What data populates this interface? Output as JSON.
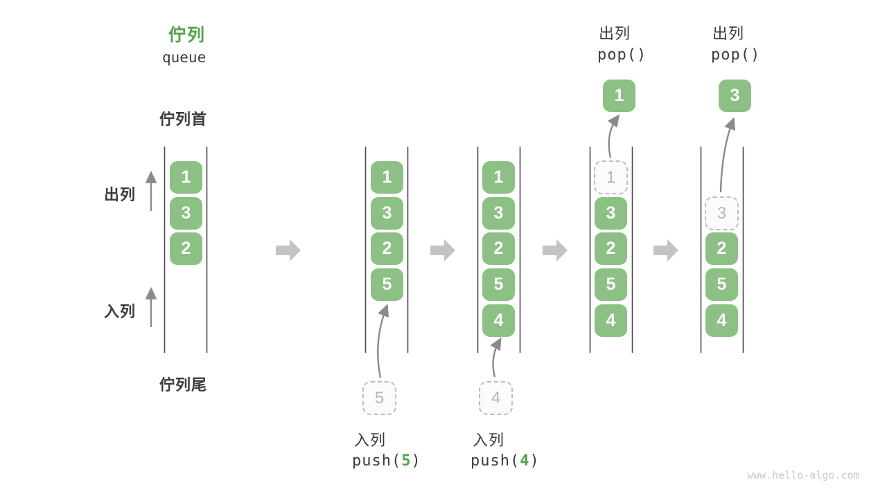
{
  "title": {
    "zh": "佇列",
    "en": "queue"
  },
  "labels": {
    "front": "佇列首",
    "rear": "佇列尾",
    "dequeue": "出列",
    "enqueue": "入列"
  },
  "states": [
    {
      "items": [
        "1",
        "3",
        "2"
      ]
    },
    {
      "items": [
        "1",
        "3",
        "2",
        "5"
      ],
      "incoming": "5",
      "op": {
        "label": "入列",
        "code_pre": "push(",
        "code_arg": "5",
        "code_post": ")"
      }
    },
    {
      "items": [
        "1",
        "3",
        "2",
        "5",
        "4"
      ],
      "incoming": "4",
      "op": {
        "label": "入列",
        "code_pre": "push(",
        "code_arg": "4",
        "code_post": ")"
      }
    },
    {
      "ghost": "1",
      "items": [
        "3",
        "2",
        "5",
        "4"
      ],
      "popped": "1",
      "op": {
        "label": "出列",
        "code": "pop()"
      }
    },
    {
      "ghost": "3",
      "items": [
        "2",
        "5",
        "4"
      ],
      "popped": "3",
      "op": {
        "label": "出列",
        "code": "pop()"
      }
    }
  ],
  "watermark": "www.hello-algo.com",
  "colors": {
    "accent_green": "#52A24C",
    "box_green": "#8CC084",
    "block_arrow_gray": "#C3C3C3",
    "thin_arrow_gray": "#8A8A8A",
    "column_line": "#4A4A4A",
    "ghost_gray": "#BDBDBD",
    "text_dark": "#3B3B3B"
  }
}
